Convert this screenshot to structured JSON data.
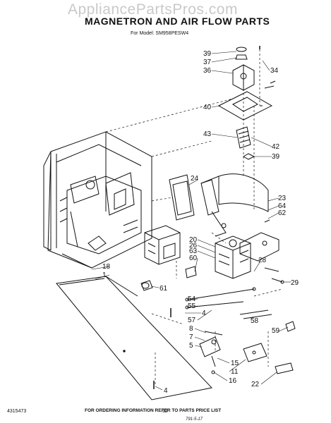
{
  "watermark": "AppliancePartsPros.com",
  "title": "MAGNETRON AND AIR FLOW PARTS",
  "model_line": "For Model: SM958PESW4",
  "footer": "FOR ORDERING INFORMATION REFER TO PARTS PRICE LIST",
  "doc_number": "4315473",
  "page_number": "12",
  "handwritten_note": "791-5-17",
  "callouts": {
    "c39a": "39",
    "c37": "37",
    "c36": "36",
    "c34": "34",
    "c40": "40",
    "c43": "43",
    "c42": "42",
    "c39b": "39",
    "c24": "24",
    "c23": "23",
    "c64": "64",
    "c62": "62",
    "c20": "20",
    "c26": "26",
    "c63": "63",
    "c60": "60",
    "c18": "18",
    "c1": "1",
    "c28": "28",
    "c29": "29",
    "c61": "61",
    "c54": "54",
    "c55": "55",
    "c4a": "4",
    "c57": "57",
    "c58": "58",
    "c59": "59",
    "c8": "8",
    "c7": "7",
    "c5": "5",
    "c15": "15",
    "c11": "11",
    "c16": "16",
    "c22": "22",
    "c4b": "4"
  }
}
